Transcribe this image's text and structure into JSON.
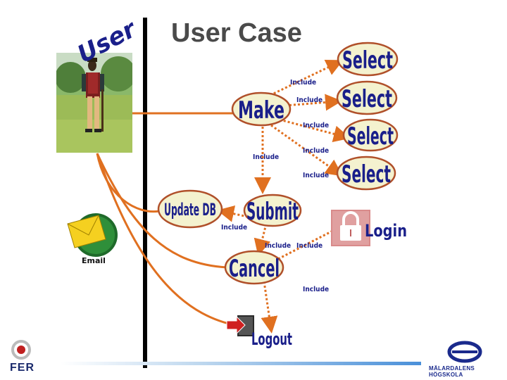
{
  "slide": {
    "title": "User Case",
    "actor_label": "User",
    "email_label": "Email",
    "fer_logo_text": "FER",
    "mdh_logo_text": "MÄLARDALENS HÖGSKOLA"
  },
  "nodes": {
    "make": "Make",
    "select_1": "Select",
    "select_2": "Select",
    "select_3": "Select",
    "select_4": "Select",
    "update_db": "Update DB",
    "submit": "Submit",
    "cancel": "Cancel",
    "login": "Login",
    "logout": "Logout"
  },
  "relations": {
    "include": "Include"
  },
  "colors": {
    "association_line": "#e07020",
    "include_arrow": "#e07020",
    "ellipse_fill": "#f4f2cf",
    "ellipse_stroke": "#b0502a",
    "node_text": "#1a1f8a",
    "login_icon_bg": "#d98a8a",
    "logout_icon": "#d02020"
  },
  "icons": [
    "actor-photo",
    "email-icon",
    "lock-icon",
    "logout-door-icon",
    "fer-logo-icon",
    "mdh-logo-icon"
  ]
}
